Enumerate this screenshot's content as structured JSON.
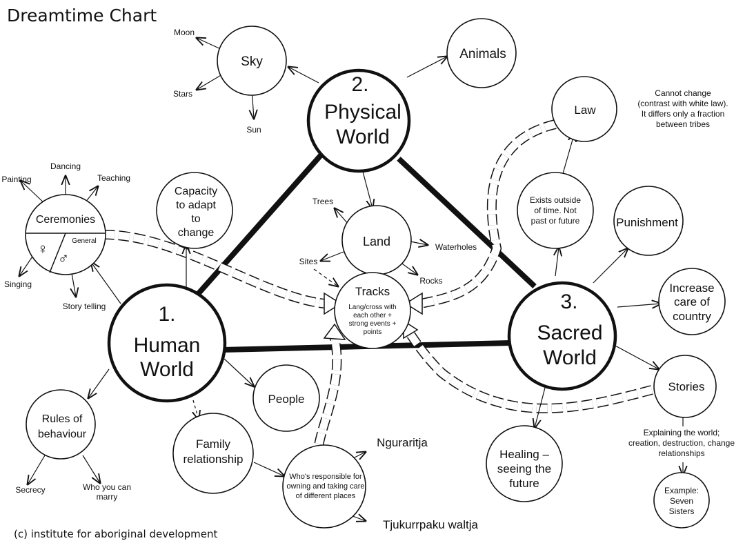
{
  "header": {
    "title": "Dreamtime Chart"
  },
  "footer": {
    "credit": "(c) institute for aboriginal development"
  },
  "nodes": {
    "physical_num": "2.",
    "physical_l1": "Physical",
    "physical_l2": "World",
    "human_num": "1.",
    "human_l1": "Human",
    "human_l2": "World",
    "sacred_num": "3.",
    "sacred_l1": "Sacred",
    "sacred_l2": "World",
    "sky": "Sky",
    "animals": "Animals",
    "land": "Land",
    "tracks": "Tracks",
    "tracks_l1": "Lang/cross with",
    "tracks_l2": "each other +",
    "tracks_l3": "strong events +",
    "tracks_l4": "points",
    "law": "Law",
    "exists_l1": "Exists outside",
    "exists_l2": "of time. Not",
    "exists_l3": "past or future",
    "punishment": "Punishment",
    "increase_l1": "Increase",
    "increase_l2": "care of",
    "increase_l3": "country",
    "stories": "Stories",
    "healing_l1": "Healing –",
    "healing_l2": "seeing the",
    "healing_l3": "future",
    "example_l1": "Example:",
    "example_l2": "Seven",
    "example_l3": "Sisters",
    "capacity_l1": "Capacity",
    "capacity_l2": "to adapt",
    "capacity_l3": "to",
    "capacity_l4": "change",
    "ceremonies": "Ceremonies",
    "general": "General",
    "rules_l1": "Rules of",
    "rules_l2": "behaviour",
    "people": "People",
    "family_l1": "Family",
    "family_l2": "relationship",
    "whos_l1": "Who's responsible for",
    "whos_l2": "owning and taking care",
    "whos_l3": "of different places"
  },
  "labels": {
    "moon": "Moon",
    "stars": "Stars",
    "sun": "Sun",
    "trees": "Trees",
    "sites": "Sites",
    "waterholes": "Waterholes",
    "rocks": "Rocks",
    "dancing": "Dancing",
    "painting": "Painting",
    "teaching": "Teaching",
    "singing": "Singing",
    "story_telling": "Story telling",
    "secrecy": "Secrecy",
    "marry_l1": "Who you can",
    "marry_l2": "marry",
    "nguraritja": "Nguraritja",
    "tjukurrpaku": "Tjukurrpaku waltja",
    "cannot_l1": "Cannot change",
    "cannot_l2": "(contrast with white law).",
    "cannot_l3": "It differs only a fraction",
    "cannot_l4": "between tribes",
    "explain_l1": "Explaining the world;",
    "explain_l2": "creation, destruction, change",
    "explain_l3": "relationships"
  },
  "colors": {
    "ink": "#111111",
    "paper": "#ffffff"
  }
}
